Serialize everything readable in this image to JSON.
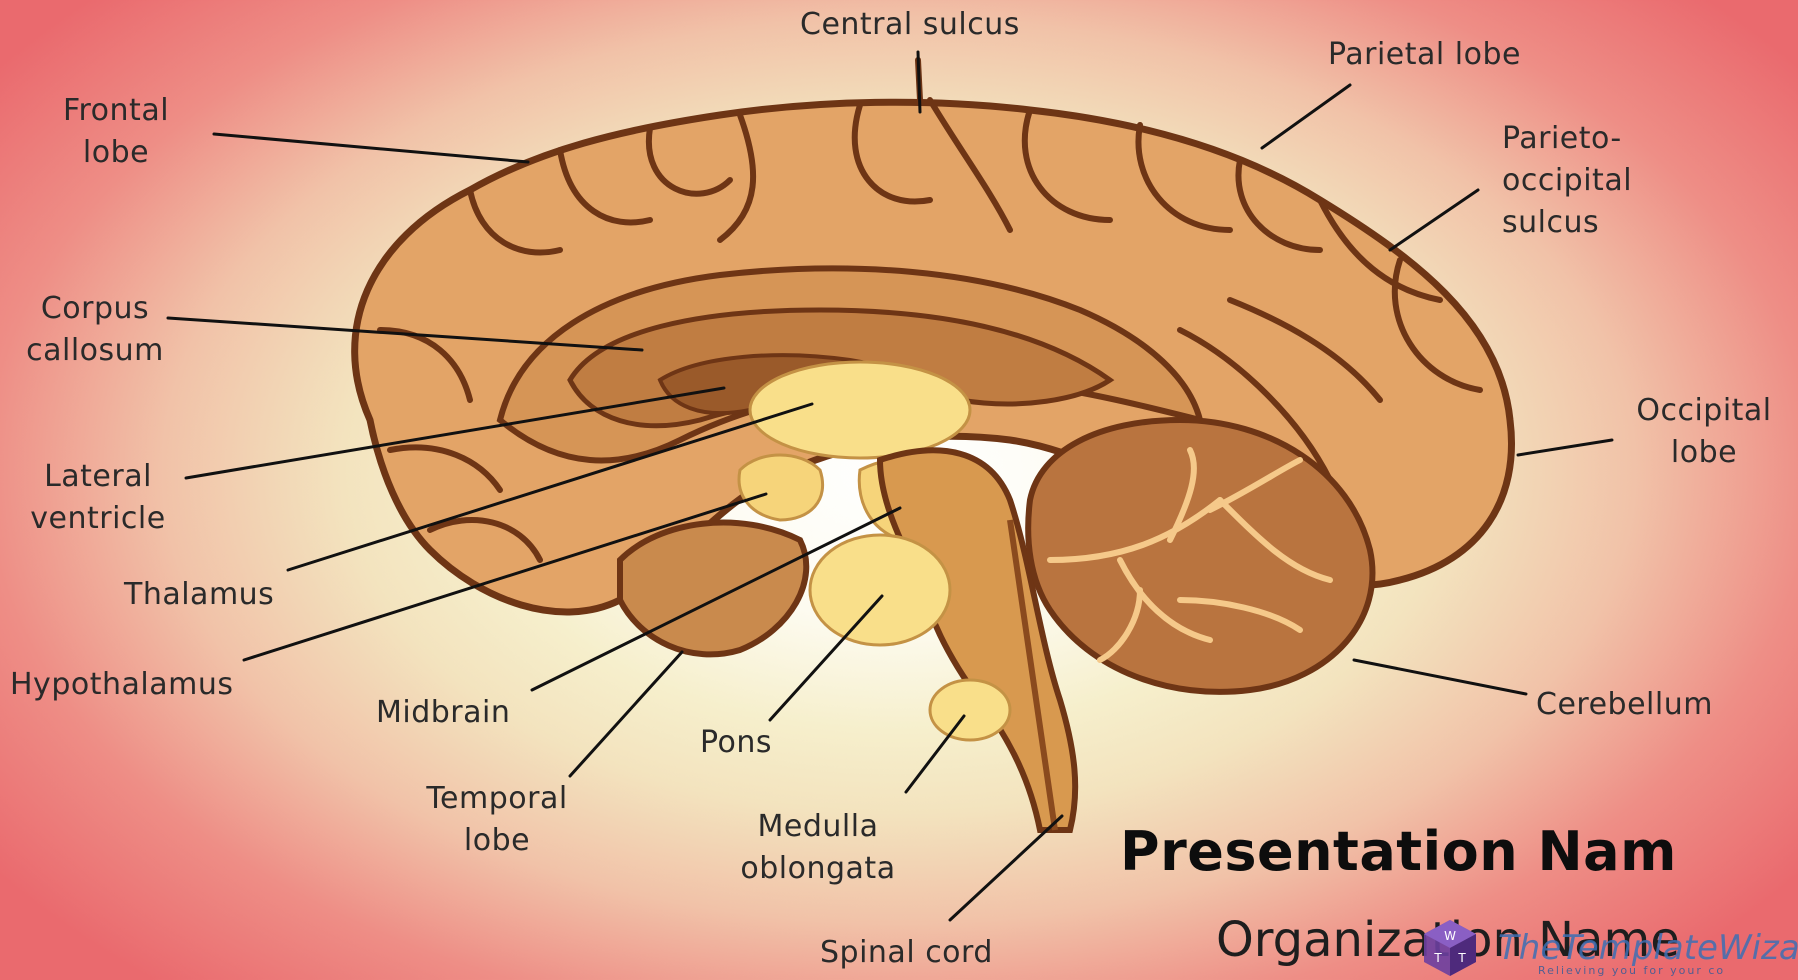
{
  "labels": {
    "central_sulcus": "Central sulcus",
    "parietal_lobe": "Parietal lobe",
    "frontal_lobe_line1": "Frontal",
    "frontal_lobe_line2": "lobe",
    "parieto_occipital_line1": "Parieto-",
    "parieto_occipital_line2": "occipital",
    "parieto_occipital_line3": "sulcus",
    "corpus_callosum_line1": "Corpus",
    "corpus_callosum_line2": "callosum",
    "occipital_lobe_line1": "Occipital",
    "occipital_lobe_line2": "lobe",
    "lateral_ventricle_line1": "Lateral",
    "lateral_ventricle_line2": "ventricle",
    "thalamus": "Thalamus",
    "hypothalamus": "Hypothalamus",
    "midbrain": "Midbrain",
    "pons": "Pons",
    "cerebellum": "Cerebellum",
    "temporal_lobe_line1": "Temporal",
    "temporal_lobe_line2": "lobe",
    "medulla_oblongata_line1": "Medulla",
    "medulla_oblongata_line2": "oblongata",
    "spinal_cord": "Spinal cord"
  },
  "presentation": {
    "title": "Presentation Nam",
    "organization": "Organization Name"
  },
  "watermark": {
    "brand": "TheTemplateWiza",
    "tagline": "Relieving you for your co",
    "logo_icon": "cube-logo-icon"
  },
  "colors": {
    "brain_outer": "#e3a467",
    "brain_dark": "#7a3f1b",
    "brain_inner": "#c8864c",
    "brain_highlight": "#f9df8a",
    "cerebellum": "#b9743f",
    "leader_line": "#111111"
  }
}
